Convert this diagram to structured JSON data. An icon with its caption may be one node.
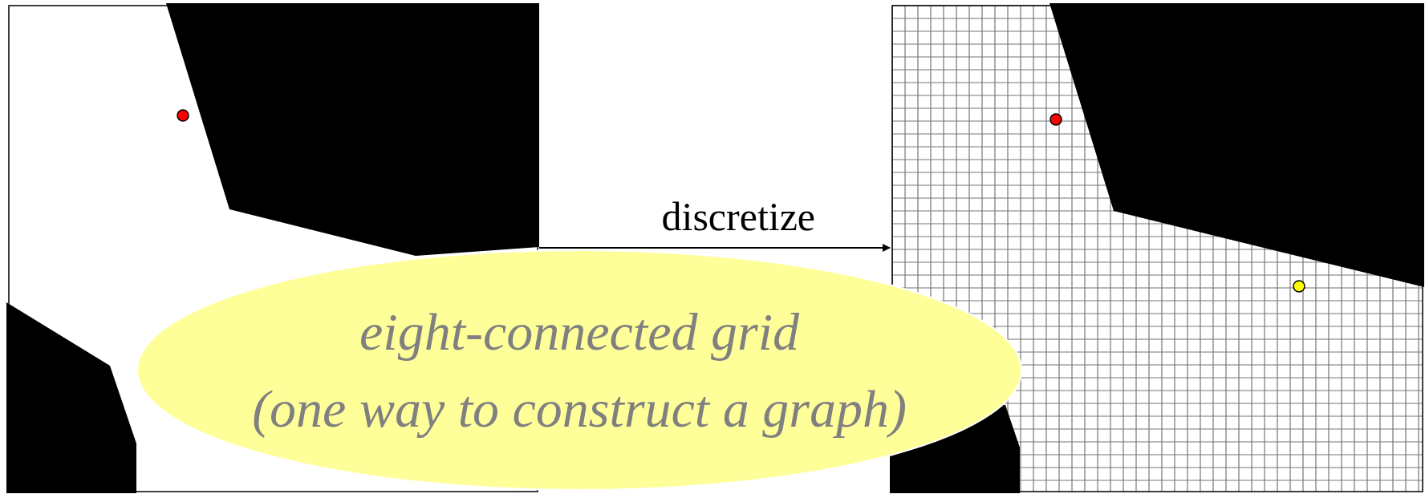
{
  "diagram": {
    "nodes": [
      {
        "text": [],
        "shape": "picture"
      },
      {
        "text": [],
        "shape": "picture"
      },
      {
        "text": [
          "eight-connected grid",
          "(one way to construct a graph)"
        ]
      }
    ],
    "edges": [
      {
        "from": 0,
        "to": 1,
        "arrow": "to",
        "label": "discretize"
      }
    ]
  }
}
